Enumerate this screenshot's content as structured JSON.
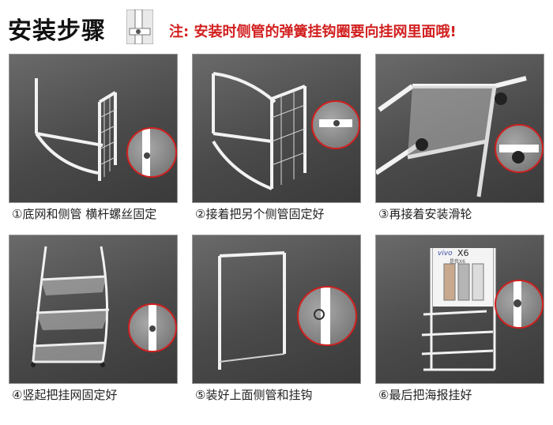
{
  "header": {
    "title": "安装步骤",
    "note": "注: 安装时侧管的弹簧挂钩圈要向挂网里面哦!",
    "note_color": "#d21f1f",
    "icon": "tube-joint-icon"
  },
  "steps": [
    {
      "caption": "①底网和侧管 横杆螺丝固定"
    },
    {
      "caption": "②接着把另个侧管固定好"
    },
    {
      "caption": "③再接着安装滑轮"
    },
    {
      "caption": "④竖起把挂网固定好"
    },
    {
      "caption": "⑤装好上面侧管和挂钩"
    },
    {
      "caption": "⑥最后把海报挂好"
    }
  ],
  "poster": {
    "brand": "vivo",
    "model": "X6",
    "tagline": "是我X6"
  }
}
